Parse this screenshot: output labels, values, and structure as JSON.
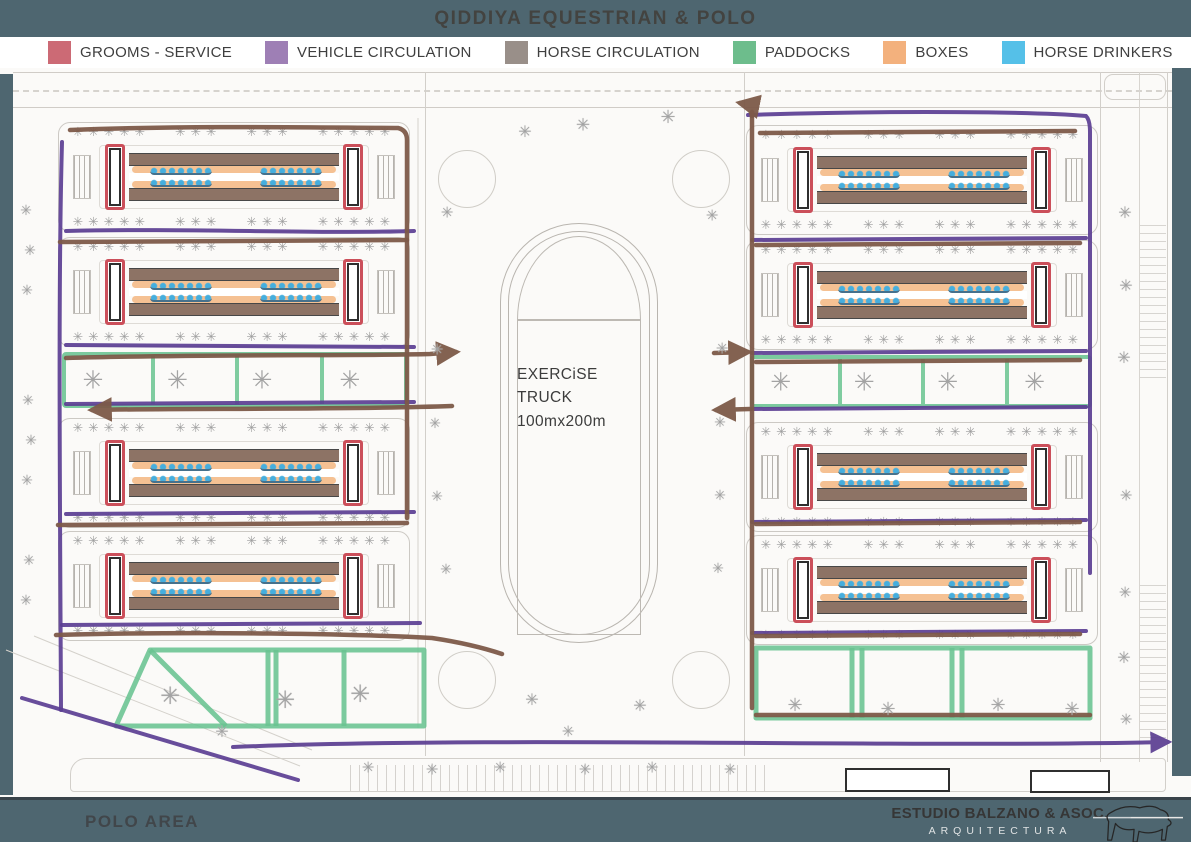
{
  "header": {
    "title": "QIDDIYA EQUESTRIAN & POLO"
  },
  "legend": {
    "items": [
      {
        "id": "grooms-service",
        "label": "GROOMS - SERVICE",
        "color": "#cc6a75"
      },
      {
        "id": "vehicle-circulation",
        "label": "VEHICLE CIRCULATION",
        "color": "#9e7fb5"
      },
      {
        "id": "horse-circulation",
        "label": "HORSE CIRCULATION",
        "color": "#998f89"
      },
      {
        "id": "paddocks",
        "label": "PADDOCKS",
        "color": "#6dbd8c"
      },
      {
        "id": "boxes",
        "label": "BOXES",
        "color": "#f3b17d"
      },
      {
        "id": "horse-drinkers",
        "label": "HORSE DRINKERS",
        "color": "#55c0e8"
      }
    ]
  },
  "plan": {
    "track": {
      "name": "EXERCiSE TRUCK",
      "dimensions": "100mx200m"
    },
    "tree_glyph": "✳"
  },
  "footer": {
    "area_label": "POLO AREA",
    "firm_name": "ESTUDIO BALZANO & ASOC.",
    "firm_subtitle": "ARQUITECTURA"
  },
  "colors": {
    "frame_teal": "#4e6670",
    "vehicle_line": "#5b3e92",
    "horse_line": "#7d5a49",
    "paddock_green": "#69c391",
    "grooms_red": "#cb4f5a",
    "boxes_orange": "#f5c193",
    "drinkers_blue": "#45aede"
  }
}
